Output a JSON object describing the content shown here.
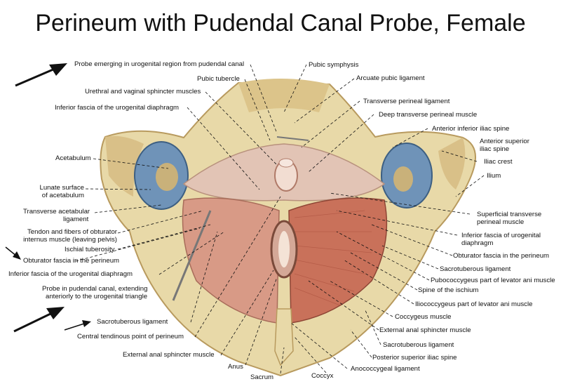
{
  "title": "Perineum with Pudendal Canal Probe, Female",
  "labels": {
    "probe_emerging": "Probe emerging in urogenital region from pudendal canal",
    "pubic_symphysis": "Pubic symphysis",
    "pubic_tubercle": "Pubic tubercle",
    "arcuate_pubic_ligament": "Arcuate pubic ligament",
    "urethral_vaginal_sphincter": "Urethral and vaginal sphincter muscles",
    "transverse_perineal_ligament": "Transverse perineal ligament",
    "inferior_fascia_uro_top": "Inferior fascia of the urogenital diaphragm",
    "deep_transverse_perineal": "Deep transverse perineal muscle",
    "anterior_inferior_iliac_spine": "Anterior inferior iliac spine",
    "anterior_superior_iliac_spine_1": "Anterior superior",
    "anterior_superior_iliac_spine_2": "iliac spine",
    "acetabulum": "Acetabulum",
    "iliac_crest": "Iliac crest",
    "ilium": "Ilium",
    "lunate_surface_1": "Lunate surface",
    "lunate_surface_2": "of acetabulum",
    "transverse_acetabular_1": "Transverse acetabular",
    "transverse_acetabular_2": "ligament",
    "superficial_transverse_1": "Superficial transverse",
    "superficial_transverse_2": "perineal muscle",
    "tendon_obturator_1": "Tendon and fibers of obturator",
    "tendon_obturator_2": "internus muscle (leaving pelvis)",
    "inferior_fascia_uro_right_1": "Inferior fascia of urogenital",
    "inferior_fascia_uro_right_2": "diaphragm",
    "ischial_tuberosity": "Ischial tuberosity",
    "obturator_fascia_right": "Obturator fascia in the perineum",
    "obturator_fascia_left": "Obturator fascia in the perineum",
    "sacrotuberous_right_top": "Sacrotuberous ligament",
    "inferior_fascia_uro_left": "Inferior fascia of the urogenital diaphragm",
    "pubococcygeus": "Pubococcygeus part of levator ani muscle",
    "probe_in_canal_1": "Probe in pudendal canal, extending",
    "probe_in_canal_2": "anteriorly to the urogenital triangle",
    "spine_of_ischium": "Spine of the ischium",
    "iliococcygeus": "Iliococcygeus part of levator ani muscle",
    "sacrotuberous_left": "Sacrotuberous ligament",
    "coccygeus": "Coccygeus muscle",
    "external_anal_right": "External anal sphincter muscle",
    "central_tendinous": "Central tendinous point of perineum",
    "sacrotuberous_right_bottom": "Sacrotuberous ligament",
    "external_anal_left": "External anal sphincter muscle",
    "posterior_superior_iliac_spine": "Posterior superior iliac spine",
    "anus": "Anus",
    "anococcygeal": "Anococcygeal ligament",
    "sacrum": "Sacrum",
    "coccyx": "Coccyx"
  },
  "colors": {
    "bone": "#e8d9a8",
    "bone_shade": "#c9b17a",
    "muscle": "#c9715a",
    "muscle_dark": "#a84e3c",
    "fascia": "#e2c4b5",
    "acetabulum_blue": "#6f93b8",
    "arrow": "#111111"
  }
}
